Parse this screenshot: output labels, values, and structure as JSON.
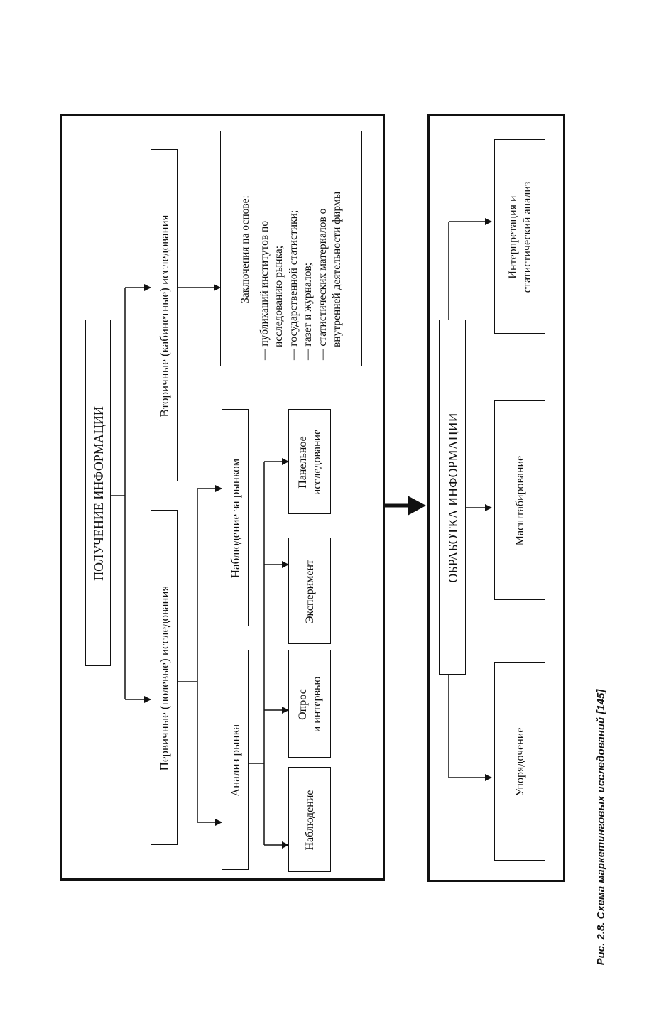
{
  "diagram": {
    "left_panel": {
      "title": "ПОЛУЧЕНИЕ ИНФОРМАЦИИ",
      "primary": "Первичные (полевые) исследования",
      "secondary": "Вторичные (кабинетные) исследования",
      "market_analysis": "Анализ рынка",
      "market_observation": "Наблюдение за рынком",
      "methods": {
        "observation": "Наблюдение",
        "survey_line1": "Опрос",
        "survey_line2": "и интервью",
        "experiment": "Эксперимент",
        "panel_line1": "Панельное",
        "panel_line2": "исследование"
      },
      "conclusions": {
        "heading": "Заключения на основе:",
        "items": [
          "— публикаций институтов по",
          "исследованию рынка;",
          "— государственной статистики;",
          "— газет и журналов;",
          "— статистических материалов о",
          "внутренней деятельности фирмы"
        ]
      }
    },
    "right_panel": {
      "title": "ОБРАБОТКА ИНФОРМАЦИИ",
      "ordering": "Упорядочение",
      "scaling": "Масштабирование",
      "interpretation_line1": "Интерпретация и",
      "interpretation_line2": "статистический анализ"
    },
    "caption": "Рис. 2.8. Схема маркетинговых исследований [145]"
  }
}
